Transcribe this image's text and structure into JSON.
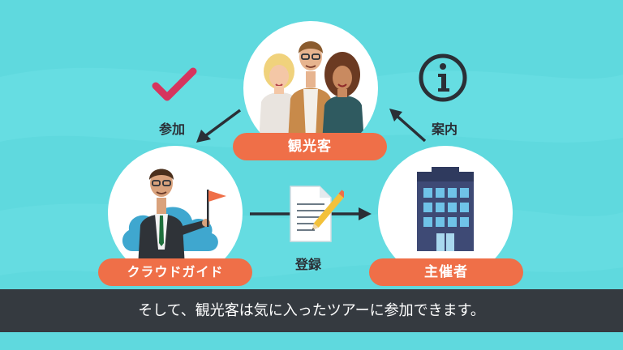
{
  "colors": {
    "background": "#5fd9de",
    "pill": "#ef6f48",
    "check": "#d6345e",
    "caption_bar": "#353a40",
    "icon_dark": "#2a2f36"
  },
  "nodes": {
    "tourists": {
      "label": "観光客"
    },
    "guide": {
      "label": "クラウドガイド"
    },
    "organizer": {
      "label": "主催者"
    }
  },
  "arrows": {
    "join_label": "参加",
    "info_label": "案内",
    "register_label": "登録"
  },
  "icons": {
    "check": "check-icon",
    "info": "info-icon",
    "document": "document-pencil-icon",
    "building": "building-icon"
  },
  "caption": "そして、観光客は気に入ったツアーに参加できます。"
}
